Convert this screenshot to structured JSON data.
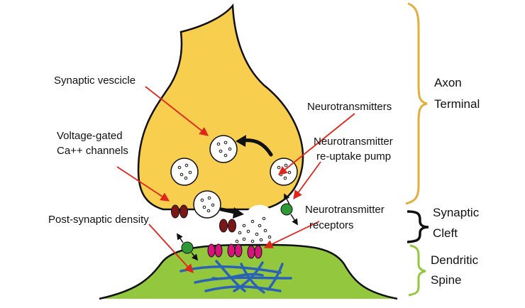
{
  "labels": {
    "synaptic_vesicle": "Synaptic vescicle",
    "voltage_gated_1": "Voltage-gated",
    "voltage_gated_2": "Ca++ channels",
    "post_synaptic_density": "Post-synaptic density",
    "neurotransmitters": "Neurotransmitters",
    "reuptake_1": "Neurotransmitter",
    "reuptake_2": "re-uptake pump",
    "receptors_1": "Neurotransmitter",
    "receptors_2": "receptors"
  },
  "regions": {
    "axon_1": "Axon",
    "axon_2": "Terminal",
    "cleft_1": "Synaptic",
    "cleft_2": "Cleft",
    "spine_1": "Dendritic",
    "spine_2": "Spine"
  },
  "colors": {
    "axon_fill": "#F8CE4E",
    "spine_fill": "#93C83E",
    "axon_brace": "#E2AE3C",
    "cleft_brace": "#111111",
    "spine_brace": "#93C83E",
    "arrow": "#E0261B",
    "channel": "#7A1616",
    "receptor": "#D6157A",
    "pump": "#2F9A35",
    "filament": "#2A63B5"
  }
}
